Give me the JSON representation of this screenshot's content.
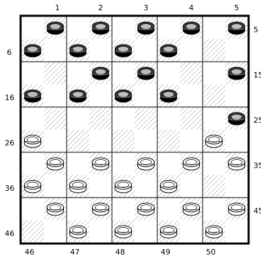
{
  "board": {
    "size": 10,
    "top_labels": [
      "1",
      "2",
      "3",
      "4",
      "5"
    ],
    "bottom_labels": [
      "46",
      "47",
      "48",
      "49",
      "50"
    ],
    "left_labels": [
      "6",
      "16",
      "26",
      "36",
      "46"
    ],
    "right_labels": [
      "5",
      "15",
      "25",
      "35",
      "45"
    ],
    "black_pieces": [
      1,
      2,
      3,
      4,
      5,
      6,
      7,
      8,
      9,
      12,
      13,
      15,
      16,
      17,
      18,
      19,
      25
    ],
    "white_pieces": [
      26,
      30,
      31,
      32,
      33,
      34,
      35,
      36,
      37,
      38,
      39,
      41,
      42,
      43,
      44,
      45,
      47,
      48,
      49,
      50
    ],
    "colors": {
      "border": "#000000",
      "grid": "#000000",
      "piece_black": "#000000",
      "piece_white": "#ffffff"
    }
  }
}
